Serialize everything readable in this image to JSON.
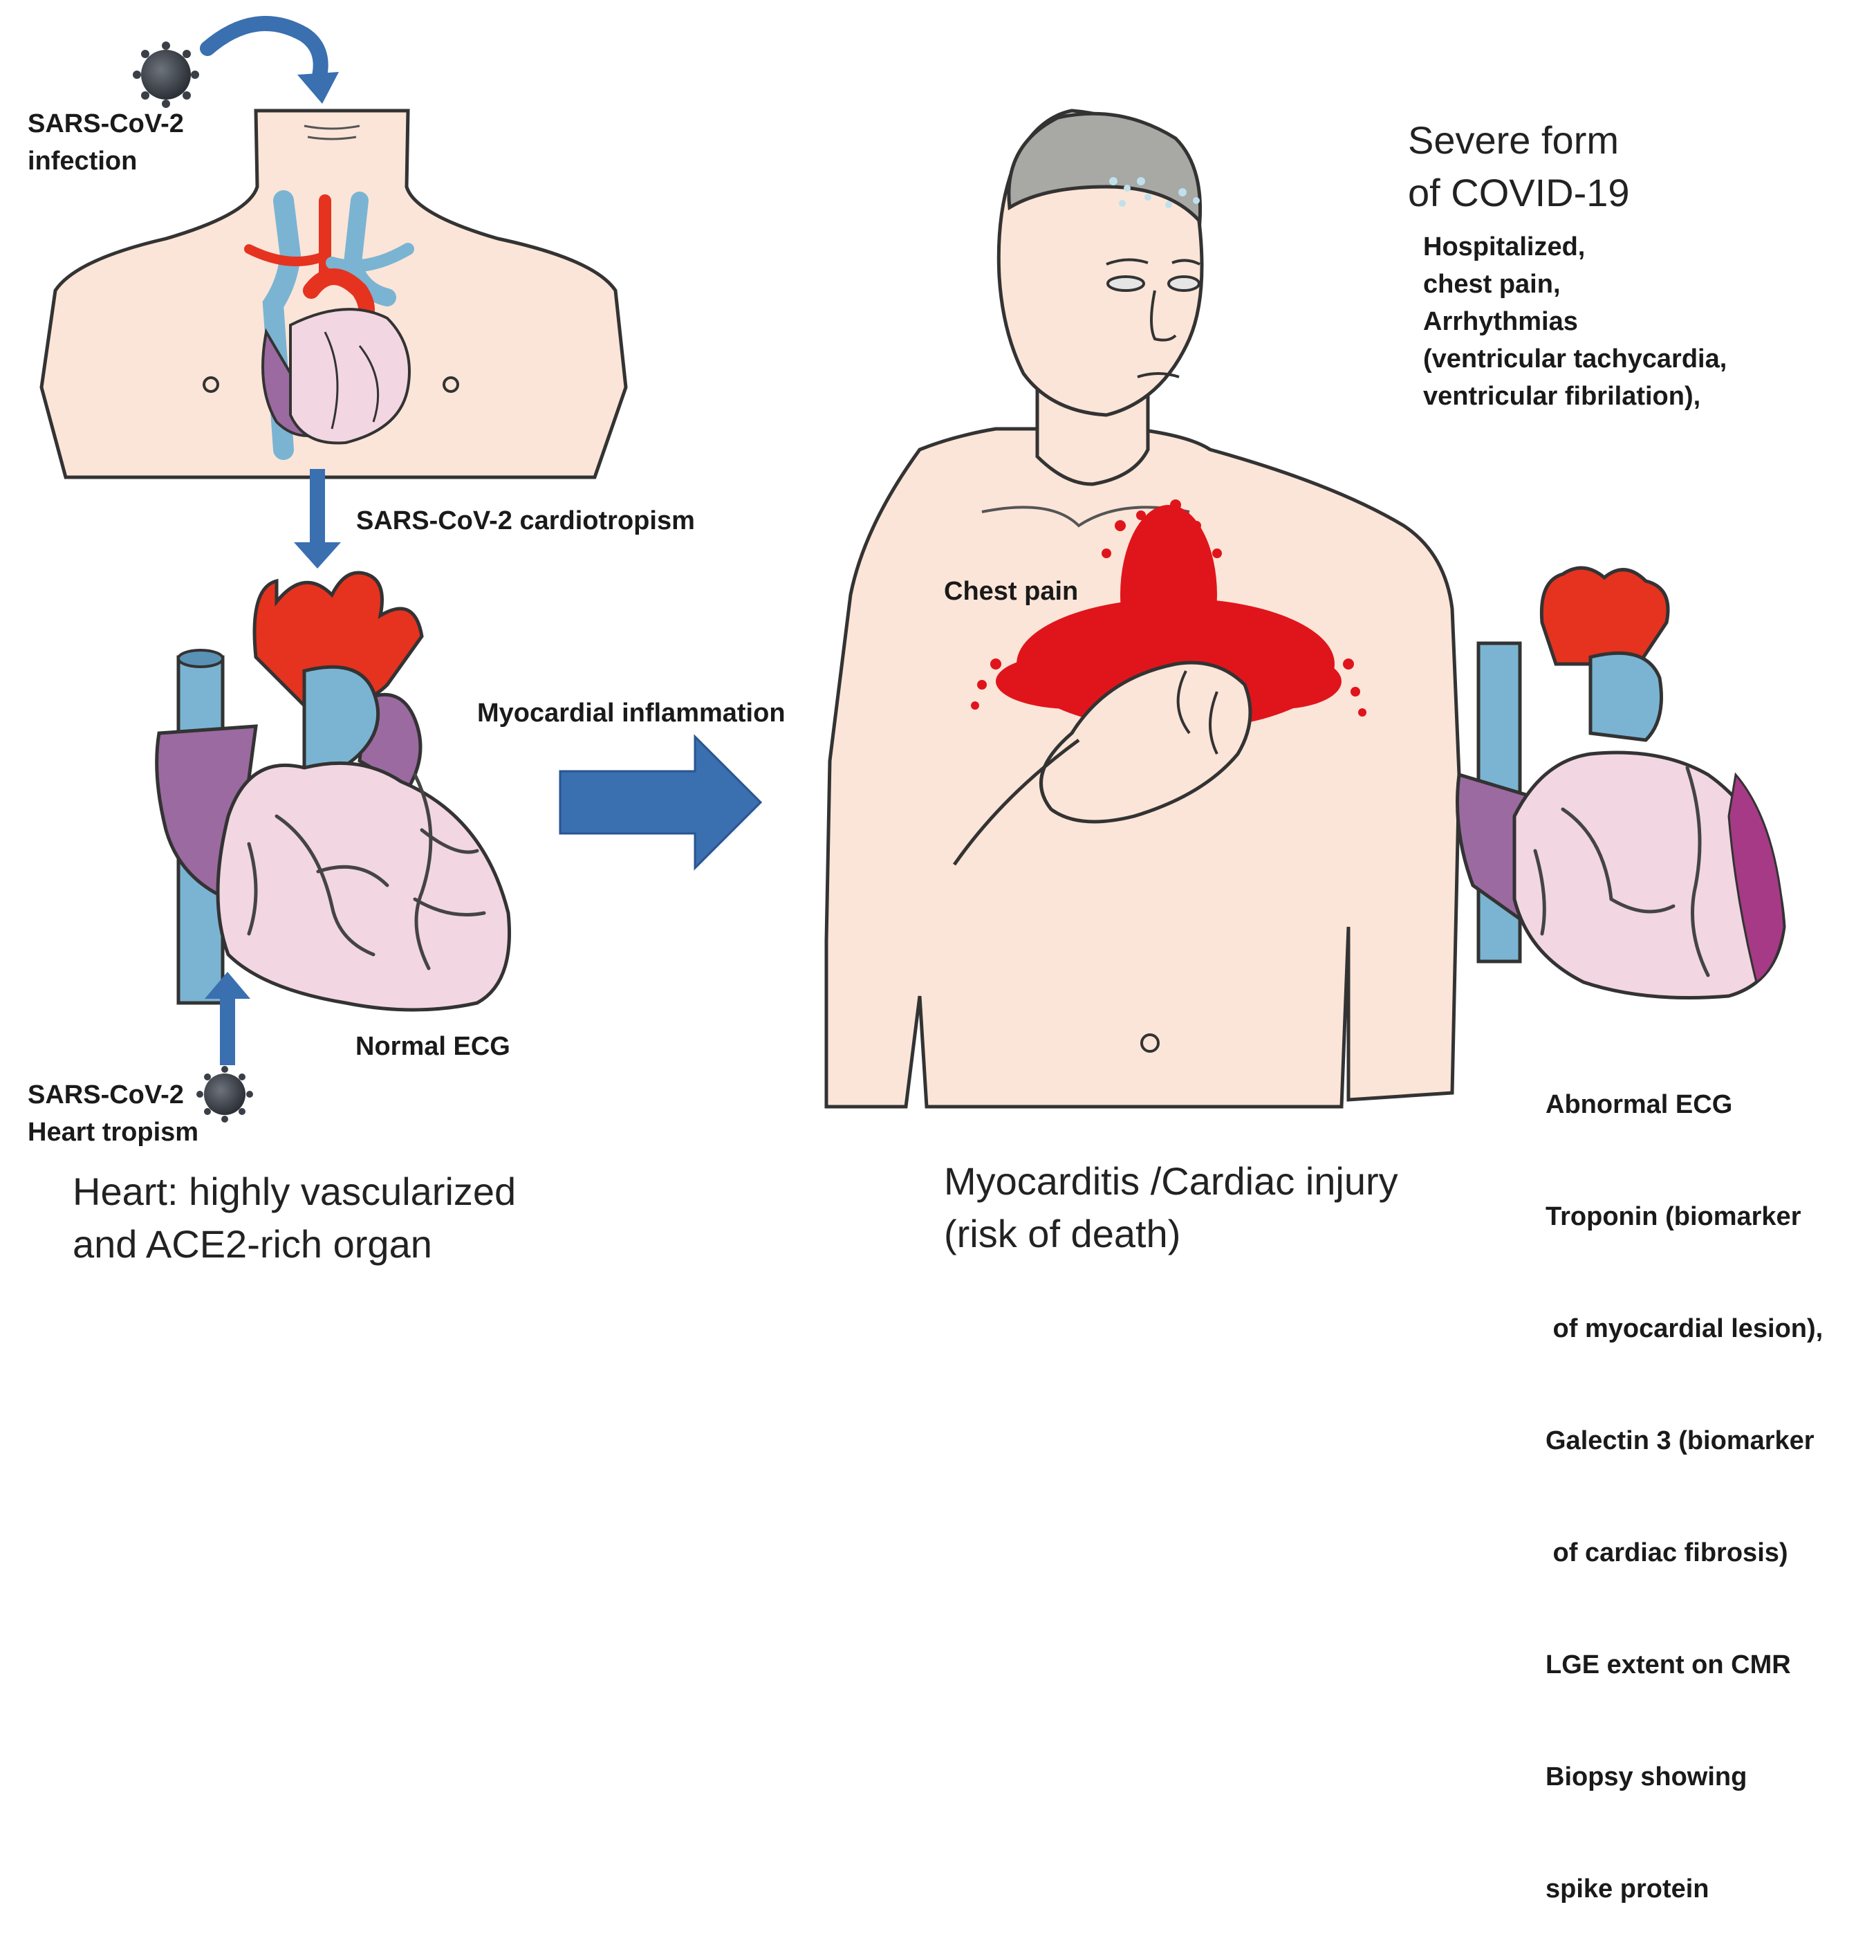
{
  "top_label": [
    "SARS-CoV-2",
    "infection"
  ],
  "arrow_label_cardiotropism": "SARS-CoV-2 cardiotropism",
  "arrow_label_inflammation": "Myocardial inflammation",
  "heart_tropism_label": [
    "SARS-CoV-2",
    "Heart tropism"
  ],
  "normal_ecg_label": "Normal ECG",
  "heart_caption": [
    "Heart: highly vascularized",
    "and ACE2-rich organ"
  ],
  "chest_pain_label": "Chest pain",
  "severe_title": [
    "Severe form",
    "of  COVID-19"
  ],
  "symptoms": [
    "Hospitalized,",
    "chest pain,",
    "Arrhythmias",
    "(ventricular tachycardia,",
    "ventricular fibrilation),"
  ],
  "myocarditis_caption": [
    "Myocarditis /Cardiac injury",
    "(risk of death)"
  ],
  "findings": [
    "Abnormal ECG",
    "Troponin (biomarker",
    " of myocardial lesion),",
    "Galectin 3 (biomarker",
    " of cardiac fibrosis)",
    "LGE extent on CMR",
    "Biopsy showing",
    "spike protein"
  ],
  "colors": {
    "arrow": "#3a6fb0",
    "aorta": "#e53320",
    "vein": "#7ab4d2",
    "atrium": "#9b6aa0",
    "ventricle": "#f2d6e1",
    "skin": "#fbe5d8",
    "hair": "#a8a8a4",
    "pain": "#e0151c",
    "virus": "#3a3f47",
    "lesion": "#a63a86"
  }
}
